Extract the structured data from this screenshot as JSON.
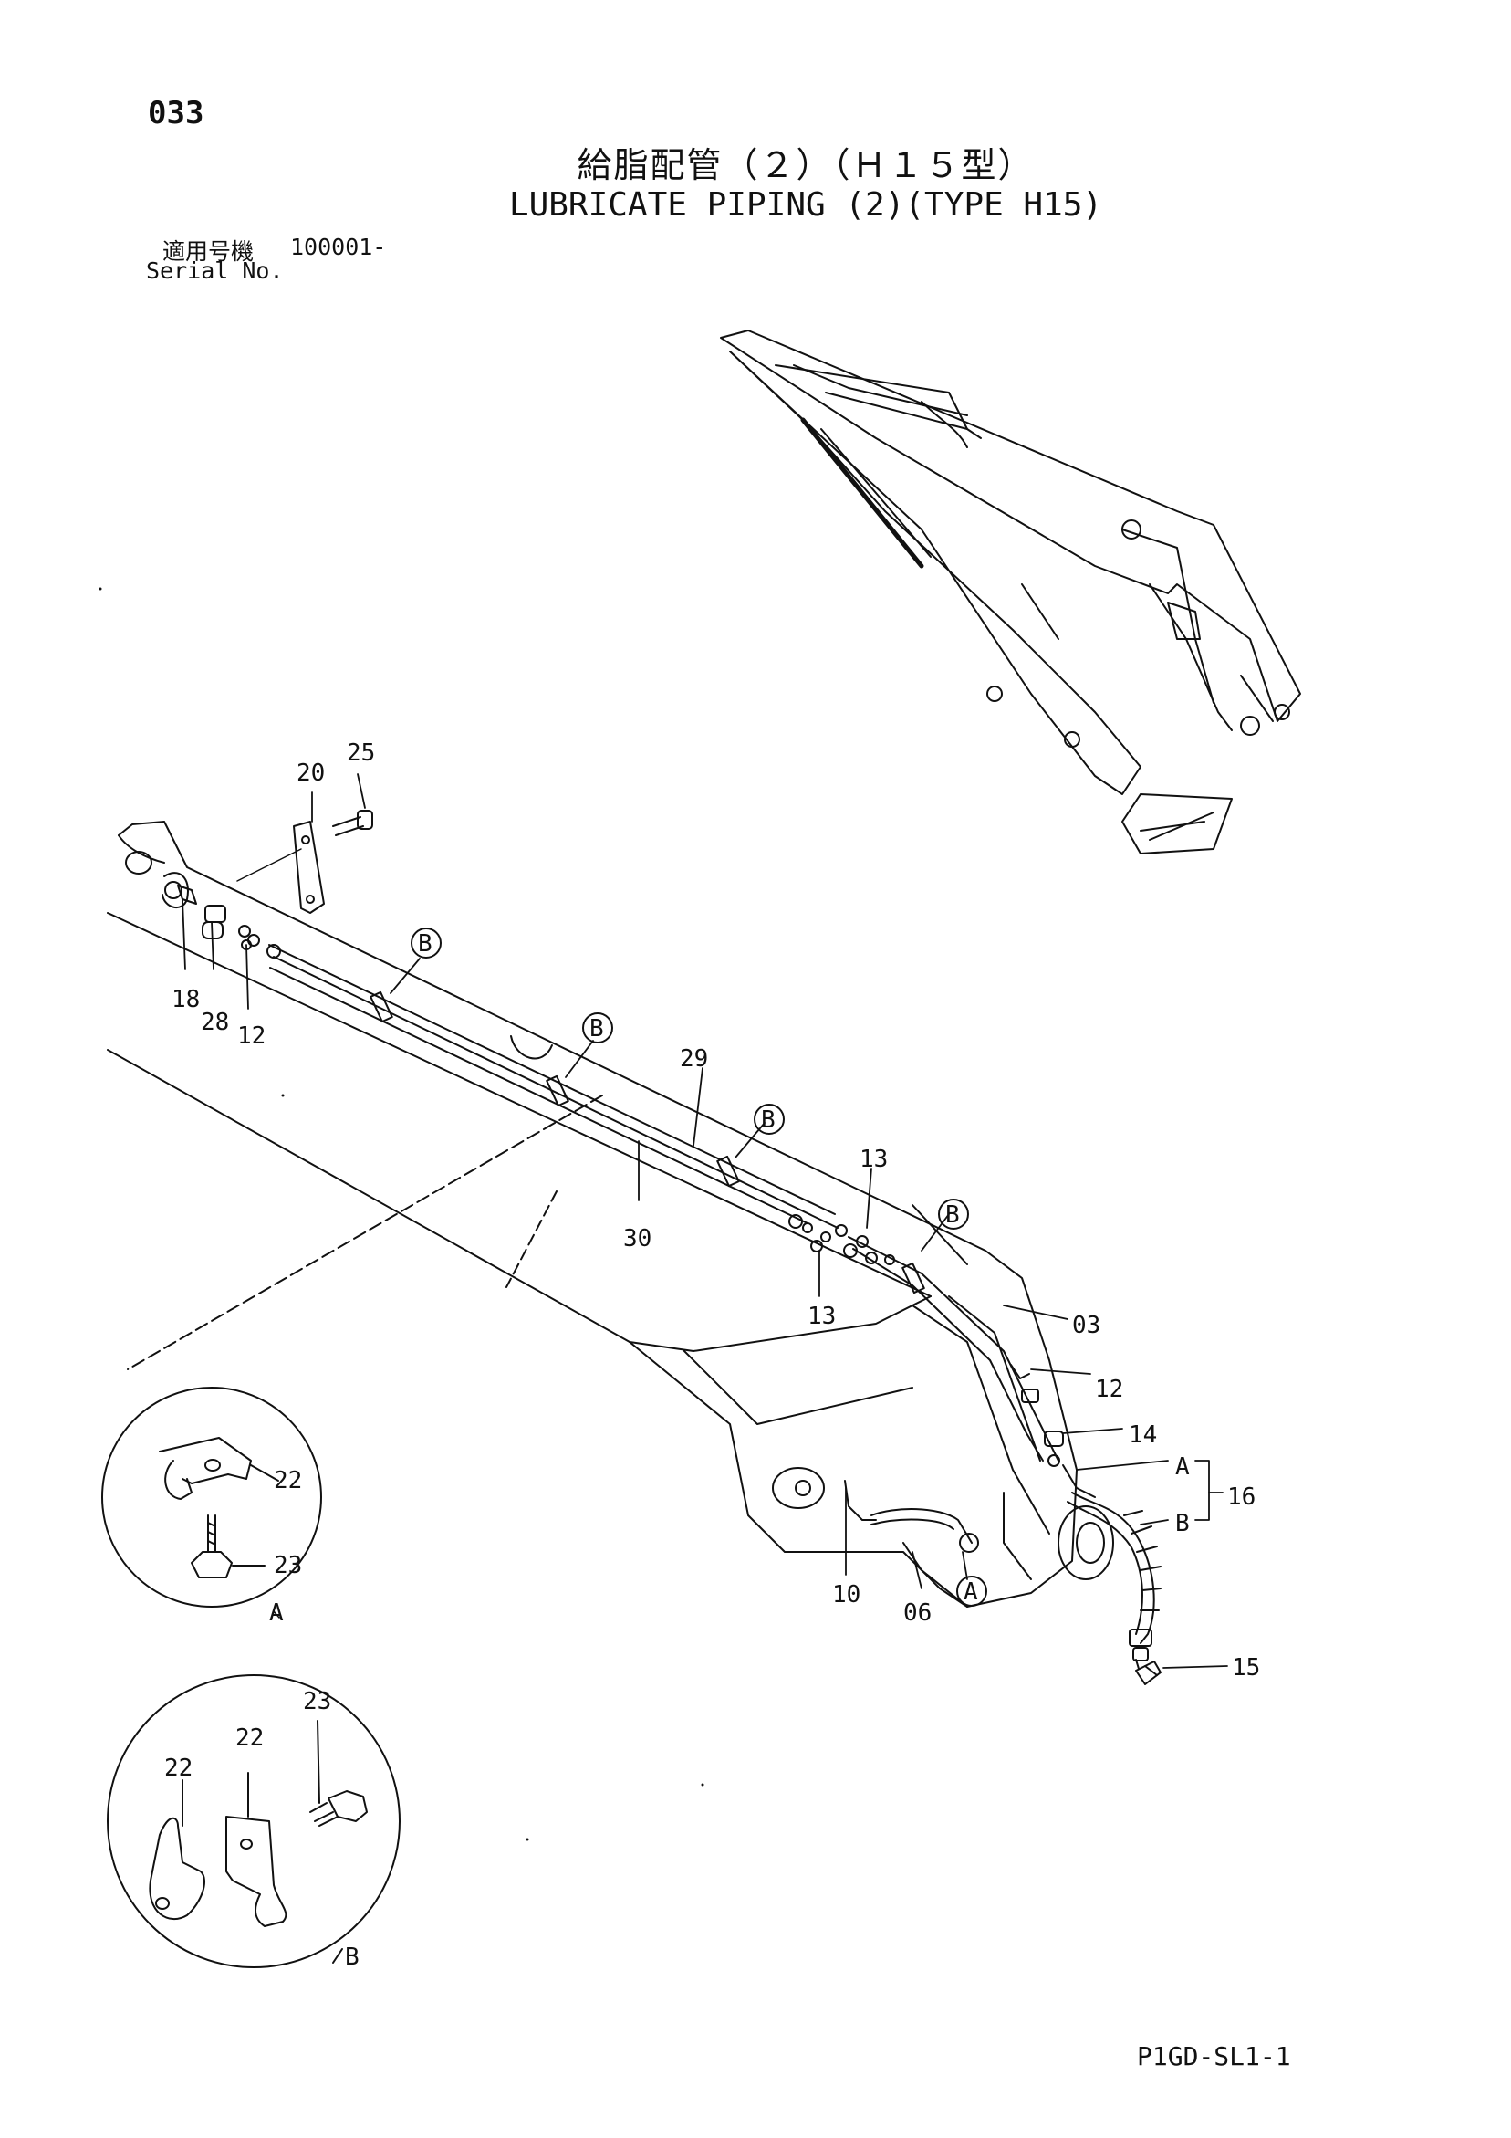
{
  "header": {
    "page_number": "033",
    "title_jp": "給脂配管（２）（Ｈ１５型）",
    "title_en": "LUBRICATE PIPING (2)(TYPE H15)",
    "serial_label_jp": "適用号機",
    "serial_number": "100001-",
    "serial_label_en": "Serial No."
  },
  "callouts": {
    "p25": "25",
    "p20": "20",
    "p18": "18",
    "p28": "28",
    "p12a": "12",
    "p29": "29",
    "p30": "30",
    "p13a": "13",
    "p13b": "13",
    "p03": "03",
    "p12b": "12",
    "p14": "14",
    "p16": "16",
    "p16a": "A",
    "p16b": "B",
    "p10": "10",
    "p06": "06",
    "p15": "15",
    "b1": "B",
    "b2": "B",
    "b3": "B",
    "b4": "B",
    "a1": "A"
  },
  "detail_a": {
    "part_22": "22",
    "part_23": "23",
    "view_label": "A"
  },
  "detail_b": {
    "part_22a": "22",
    "part_22b": "22",
    "part_23": "23",
    "view_label": "B"
  },
  "footer": {
    "code": "P1GD-SL1-1"
  }
}
